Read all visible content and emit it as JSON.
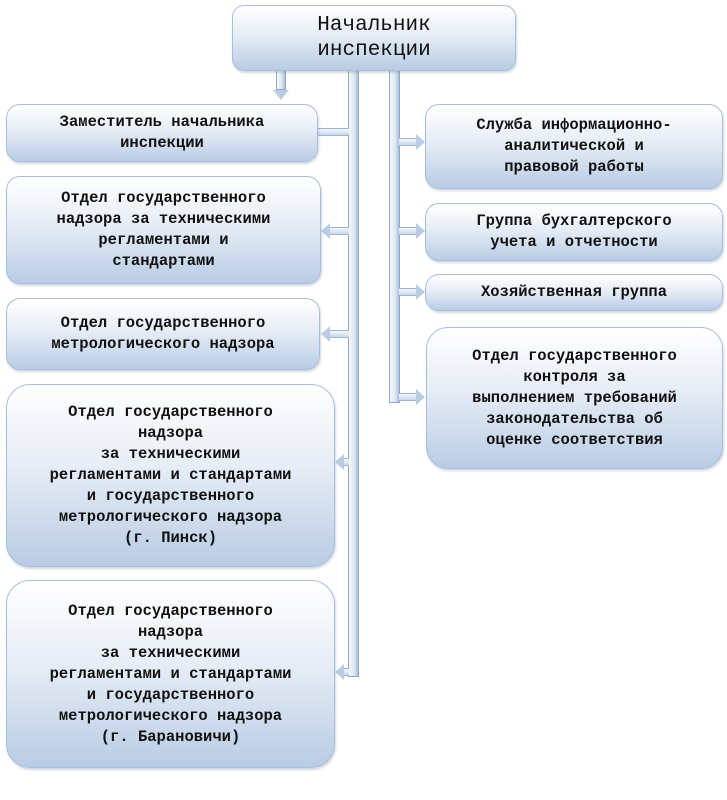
{
  "head": "Начальник\nинспекции",
  "left": [
    "Заместитель начальника\nинспекции",
    "Отдел государственного\nнадзора за техническими\nрегламентами и\nстандартами",
    "Отдел государственного\nметрологического надзора",
    "Отдел государственного\nнадзора\nза техническими\nрегламентами и стандартами\nи государственного\nметрологического надзора\n(г. Пинск)",
    "Отдел государственного\nнадзора\nза техническими\nрегламентами и стандартами\nи государственного\nметрологического надзора\n(г. Барановичи)"
  ],
  "right": [
    "Служба информационно-\nаналитической и\nправовой работы",
    "Группа бухгалтерского\nучета и отчетности",
    "Хозяйственная группа",
    "Отдел государственного\nконтроля за\nвыполнением требований\nзаконодательства об\nоценке соответствия"
  ]
}
